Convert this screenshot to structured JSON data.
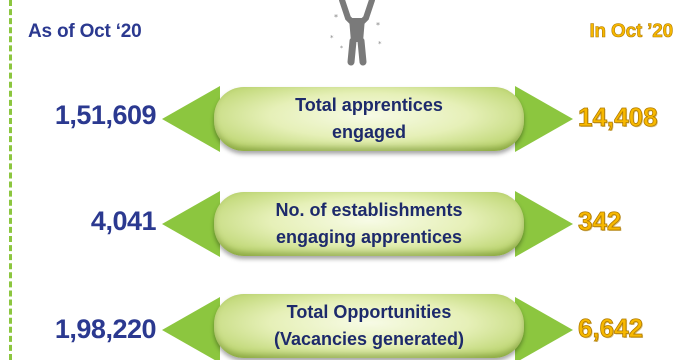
{
  "headers": {
    "left": "As of Oct ‘20",
    "right": "In Oct ’20"
  },
  "rows": [
    {
      "left_value": "1,51,609",
      "label_line1": "Total apprentices",
      "label_line2": "engaged",
      "right_value": "14,408"
    },
    {
      "left_value": "4,041",
      "label_line1": "No. of establishments",
      "label_line2": "engaging apprentices",
      "right_value": "342"
    },
    {
      "left_value": "1,98,220",
      "label_line1": "Total Opportunities",
      "label_line2": "(Vacancies generated)",
      "right_value": "6,642"
    }
  ],
  "colors": {
    "accent_green": "#8cc63f",
    "navy": "#2b3990",
    "gold": "#f7b800"
  },
  "icons": [
    "person-celebrating-icon"
  ]
}
